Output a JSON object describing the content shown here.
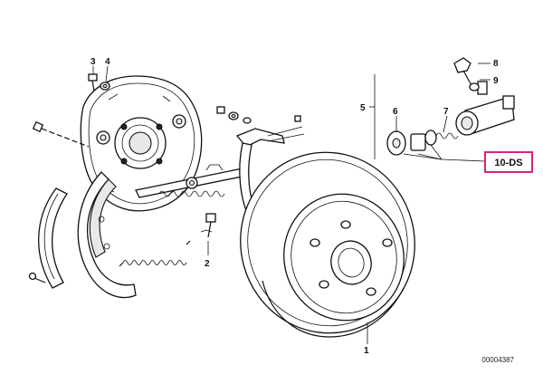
{
  "callouts": {
    "c1": "1",
    "c2": "2",
    "c3": "3",
    "c4": "4",
    "c5": "5",
    "c6": "6",
    "c7": "7",
    "c8": "8",
    "c9": "9",
    "highlighted": "10-DS"
  },
  "reference_number": "00004387",
  "colors": {
    "highlight_border": "#d6247a",
    "line": "#111111"
  }
}
